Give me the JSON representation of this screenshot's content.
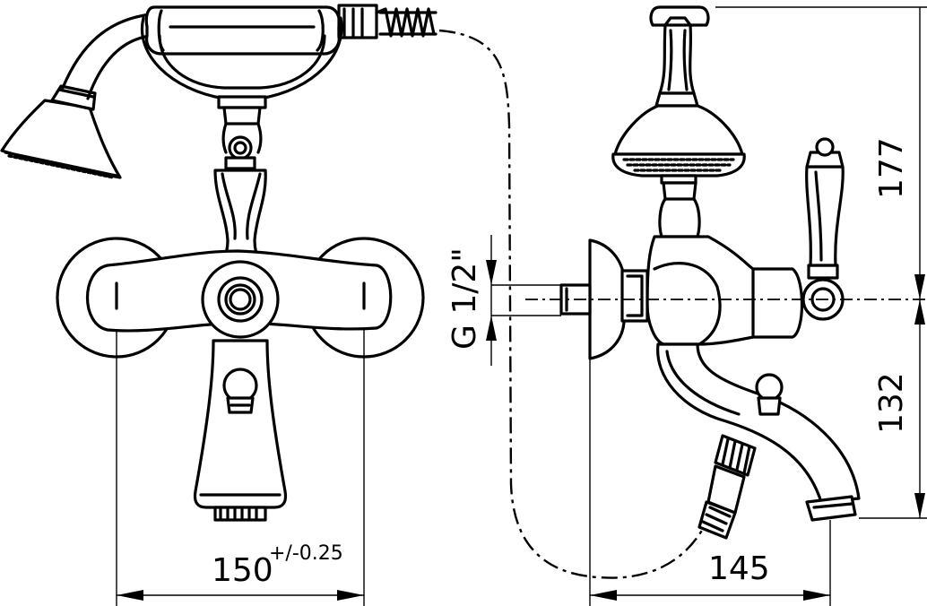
{
  "dimensions": {
    "width_label": "150",
    "width_tolerance": "+/-0.25",
    "depth_label": "145",
    "height_upper": "177",
    "height_lower": "132",
    "thread": "G 1/2\""
  }
}
